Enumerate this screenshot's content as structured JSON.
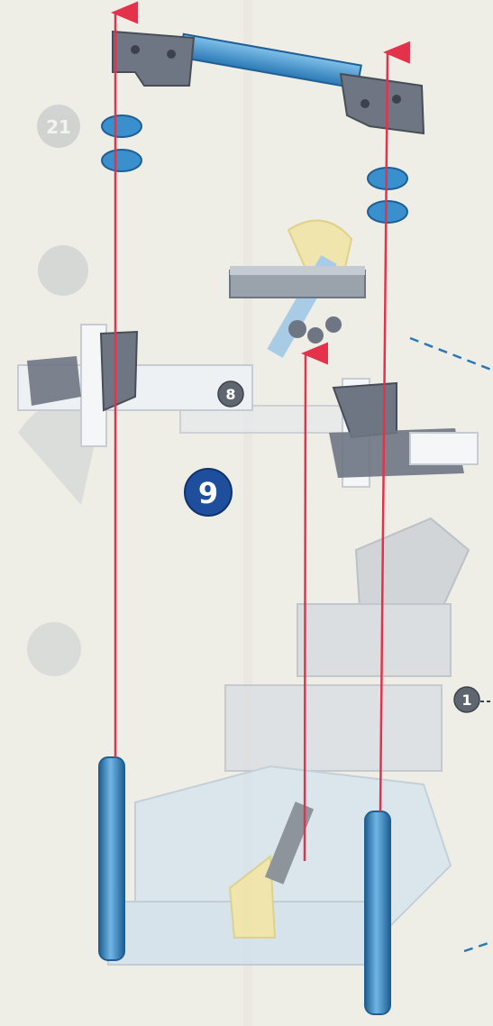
{
  "page": {
    "step_number": "9",
    "callout_a": "8",
    "callout_b": "1",
    "faded_step": "21"
  },
  "colors": {
    "paper": "#efeee6",
    "blue_part": "#3a8fcd",
    "blue_dark": "#1f5f93",
    "grey_part": "#6e7683",
    "arrow_red": "#e3324a",
    "step_badge": "#1f4e9c",
    "ghost": "#c9cfd6"
  },
  "icons": [
    "up-arrow-icon",
    "step-badge",
    "callout-badge"
  ]
}
